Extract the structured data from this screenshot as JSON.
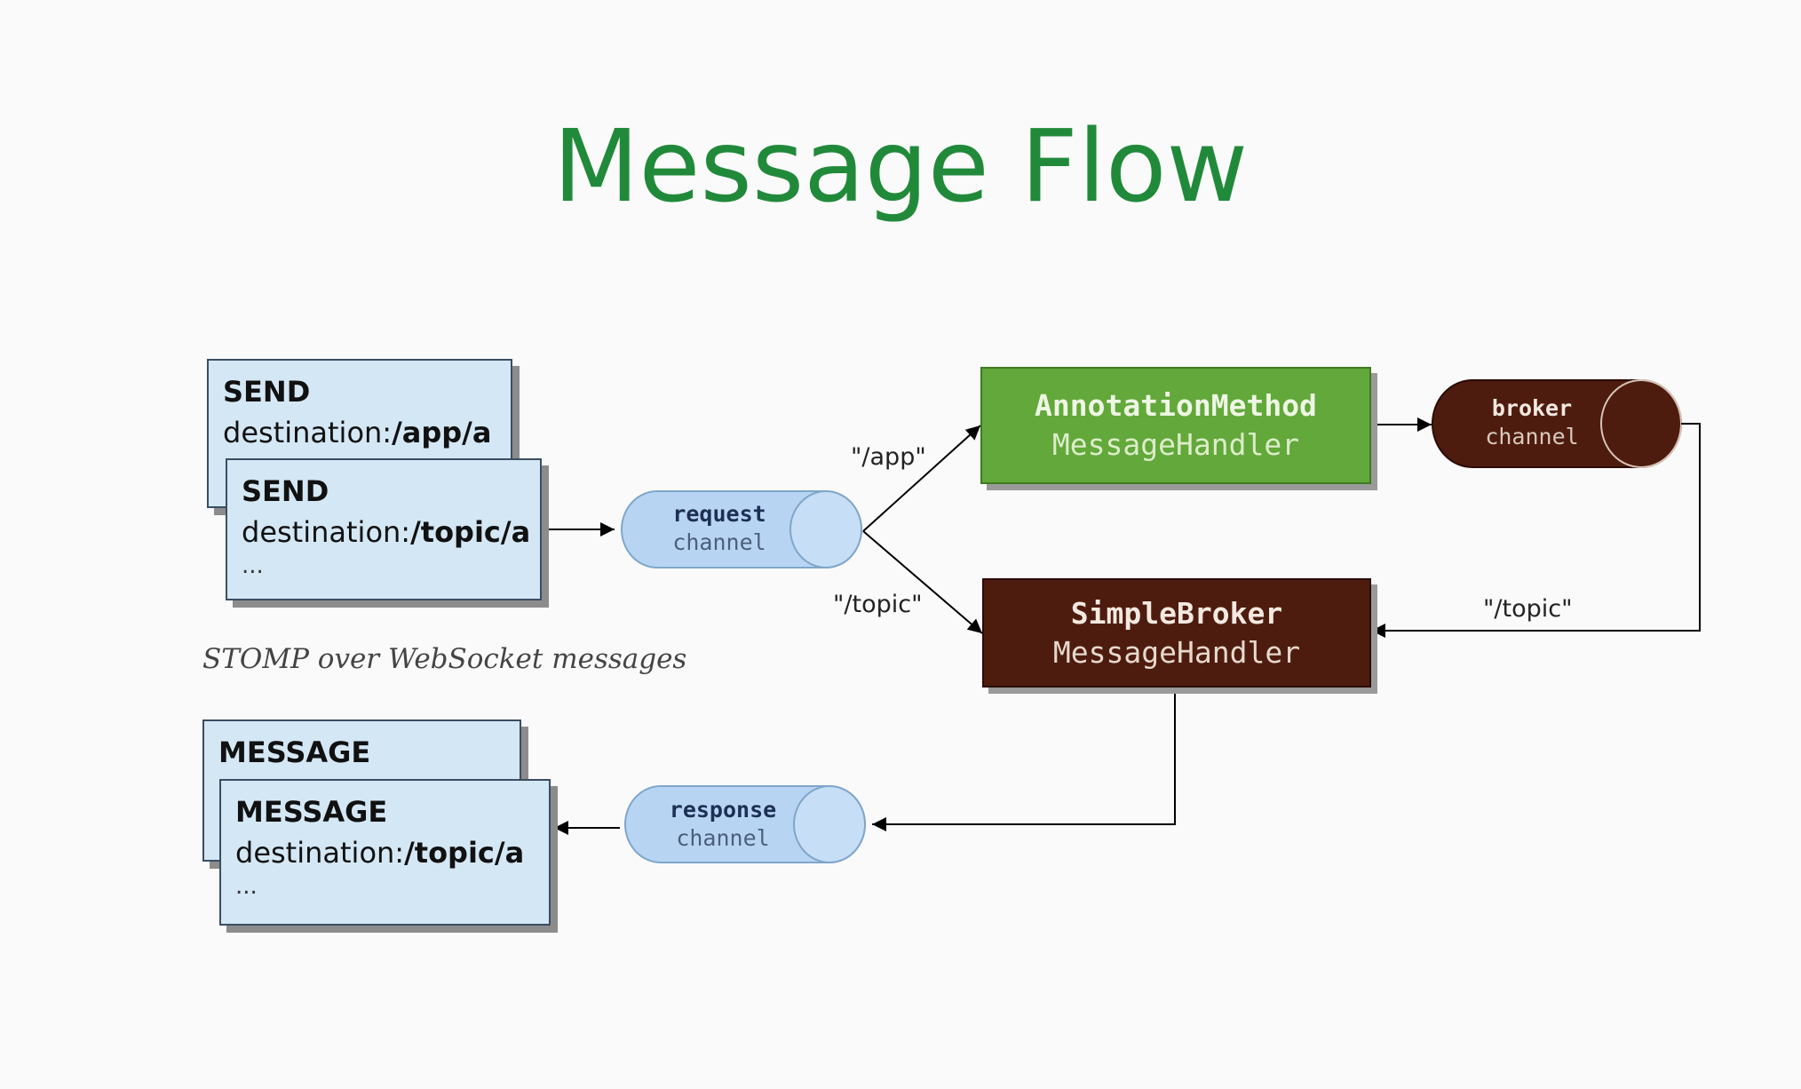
{
  "title": "Message Flow",
  "incoming_cards": {
    "back": {
      "line1": "SEND",
      "line2_prefix": "destination:",
      "line2_path": "/app/a"
    },
    "front": {
      "line1": "SEND",
      "line2_prefix": "destination:",
      "line2_path": "/topic/a",
      "ellipsis": "..."
    }
  },
  "caption": "STOMP over WebSocket messages",
  "outgoing_cards": {
    "back": {
      "line1": "MESSAGE"
    },
    "front": {
      "line1": "MESSAGE",
      "line2_prefix": "destination:",
      "line2_path": "/topic/a",
      "ellipsis": "..."
    }
  },
  "request_channel": {
    "line1": "request",
    "line2": "channel"
  },
  "response_channel": {
    "line1": "response",
    "line2": "channel"
  },
  "broker_channel": {
    "line1": "broker",
    "line2": "channel"
  },
  "annotation_handler": {
    "line1": "AnnotationMethod",
    "line2": "MessageHandler"
  },
  "broker_handler": {
    "line1": "SimpleBroker",
    "line2": "MessageHandler"
  },
  "edge_labels": {
    "app": "\"/app\"",
    "topic_left": "\"/topic\"",
    "topic_right": "\"/topic\""
  },
  "colors": {
    "title": "#218a3a",
    "card_fill": "#d4e7f5",
    "channel_fill": "#b7d5f3",
    "annotation_fill": "#62a83a",
    "annotation_text": "#eef6e4",
    "broker_fill": "#4e1c0e",
    "broker_text": "#f3e9e1"
  }
}
